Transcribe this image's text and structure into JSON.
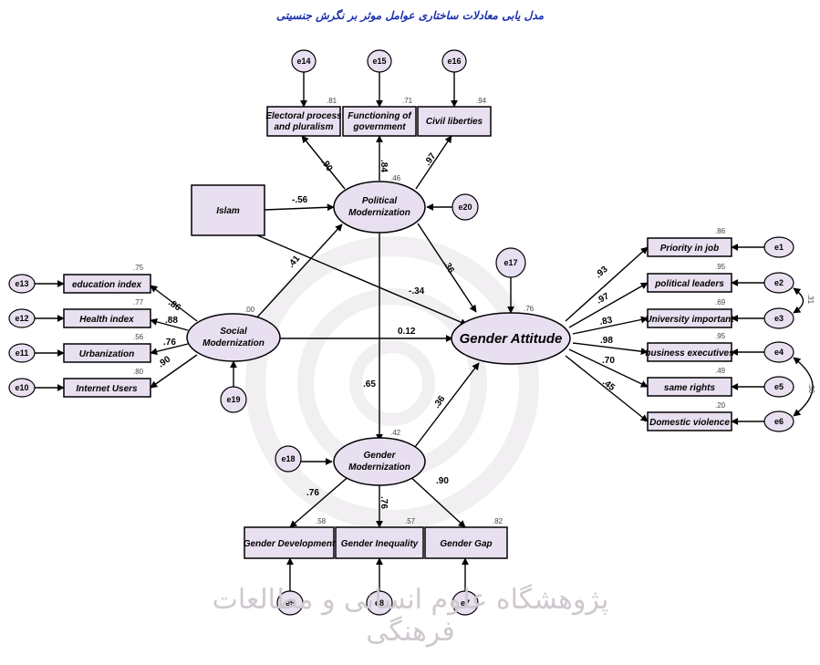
{
  "title": "مدل یابی معادلات ساختاری عوامل موثر بر نگرش جنسیتی",
  "watermark": "پژوهشگاه علوم انسانی و مطالعات فرهنگی",
  "nodes": {
    "islam": "Islam",
    "political_modernization": [
      "Political",
      "Modernization"
    ],
    "social_modernization": [
      "Social",
      "Modernization"
    ],
    "gender_modernization": [
      "Gender",
      "Modernization"
    ],
    "gender_attitude": "Gender Attitude",
    "electoral": [
      "Electoral process",
      "and pluralism"
    ],
    "functioning": [
      "Functioning of",
      "government"
    ],
    "civil": "Civil liberties",
    "education": "education index",
    "health": "Health index",
    "urbanization": "Urbanization",
    "internet": "Internet Users",
    "gender_development": "Gender Development",
    "gender_inequality": "Gender Inequality",
    "gender_gap": "Gender Gap",
    "priority": "Priority in job",
    "political_leaders": "political leaders",
    "university": "University important",
    "business": "business executives",
    "same_rights": "same rights",
    "domestic": "Domestic violence"
  },
  "errors": {
    "e1": "e1",
    "e2": "e2",
    "e3": "e3",
    "e4": "e4",
    "e5": "e5",
    "e6": "e6",
    "e7": "e7",
    "e8": "e8",
    "e9": "e9",
    "e10": "e10",
    "e11": "e11",
    "e12": "e12",
    "e13": "e13",
    "e14": "e14",
    "e15": "e15",
    "e16": "e16",
    "e17": "e17",
    "e18": "e18",
    "e19": "e19",
    "e20": "e20"
  },
  "r_squared": {
    "electoral": ".81",
    "functioning": ".71",
    "civil": ".94",
    "political_modernization": ".46",
    "social_modernization": ".00",
    "gender_modernization": ".42",
    "gender_attitude": ".76",
    "education": ".75",
    "health": ".77",
    "urbanization": ".56",
    "internet": ".80",
    "gender_development": ".58",
    "gender_inequality": ".57",
    "gender_gap": ".82",
    "priority": ".86",
    "political_leaders": ".95",
    "university": ".69",
    "business": ".95",
    "same_rights": ".49",
    "domestic": ".20"
  },
  "coefficients": {
    "islam_political": "-.56",
    "islam_attitude": "-.34",
    "social_political": ".41",
    "social_attitude": "0.12",
    "political_attitude": ".36",
    "political_gender": ".65",
    "gender_attitude": ".36",
    "political_electoral": ".90",
    "political_functioning": ".84",
    "political_civil": ".97",
    "social_education": ".86",
    "social_health": ".88",
    "social_urbanization": ".76",
    "social_internet": ".90",
    "gender_development": ".76",
    "gender_inequality": ".76",
    "gender_gap": ".90",
    "attitude_priority": ".93",
    "attitude_political_leaders": ".97",
    "attitude_university": ".83",
    "attitude_business": ".98",
    "attitude_same_rights": ".70",
    "attitude_domestic": ".45",
    "cov_e2_e3": ".31",
    "cov_e4_e6": ".30"
  }
}
